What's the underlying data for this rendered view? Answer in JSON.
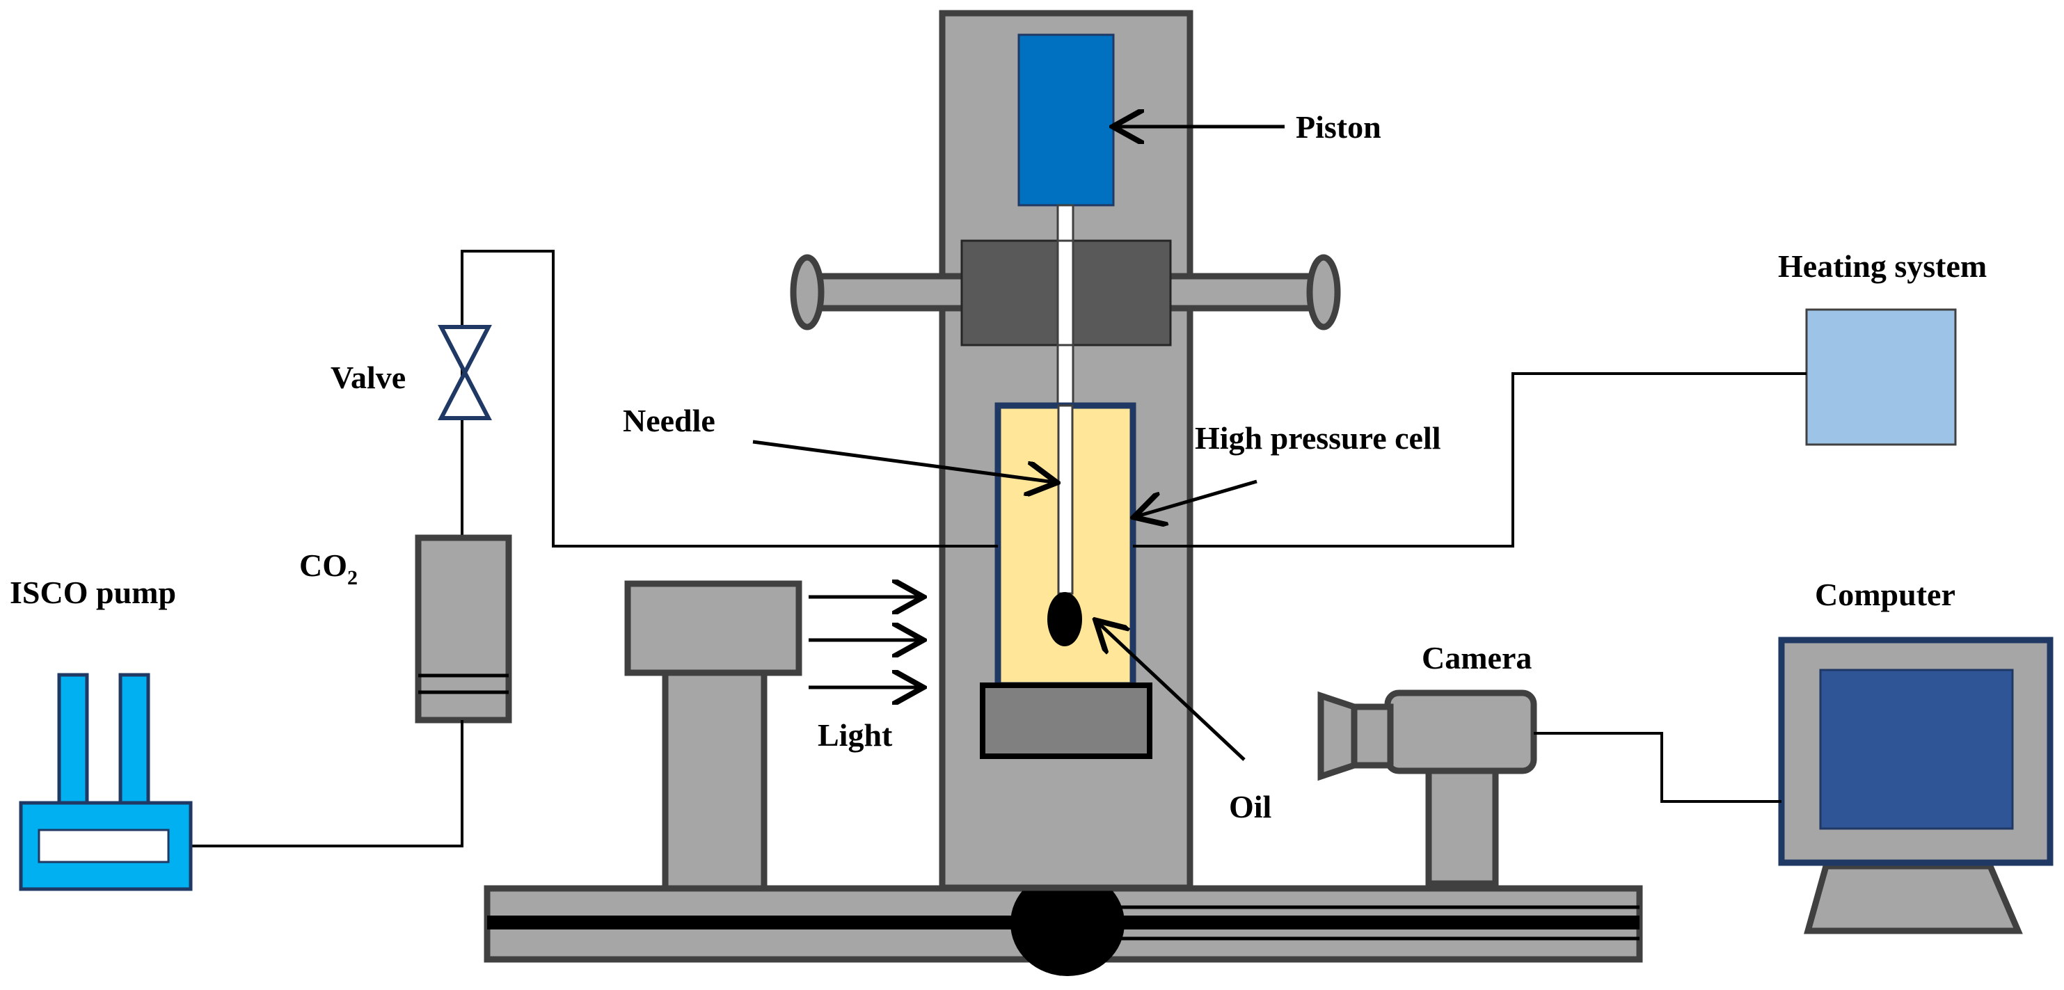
{
  "labels": {
    "piston": "Piston",
    "heating_system": "Heating system",
    "valve": "Valve",
    "needle": "Needle",
    "high_pressure_cell": "High pressure cell",
    "isco_pump": "ISCO pump",
    "co2_main": "CO",
    "co2_sub": "2",
    "computer": "Computer",
    "camera": "Camera",
    "light": "Light",
    "oil": "Oil"
  },
  "colors": {
    "frame_gray": "#a6a6a6",
    "frame_outline": "#404040",
    "piston_blue": "#0070c0",
    "cell_fill": "#ffe699",
    "cell_outline": "#1f3864",
    "heating_blue": "#9dc3e6",
    "pump_blue": "#00b0f0",
    "monitor_screen": "#2f5597",
    "crossbar_dark": "#595959"
  }
}
